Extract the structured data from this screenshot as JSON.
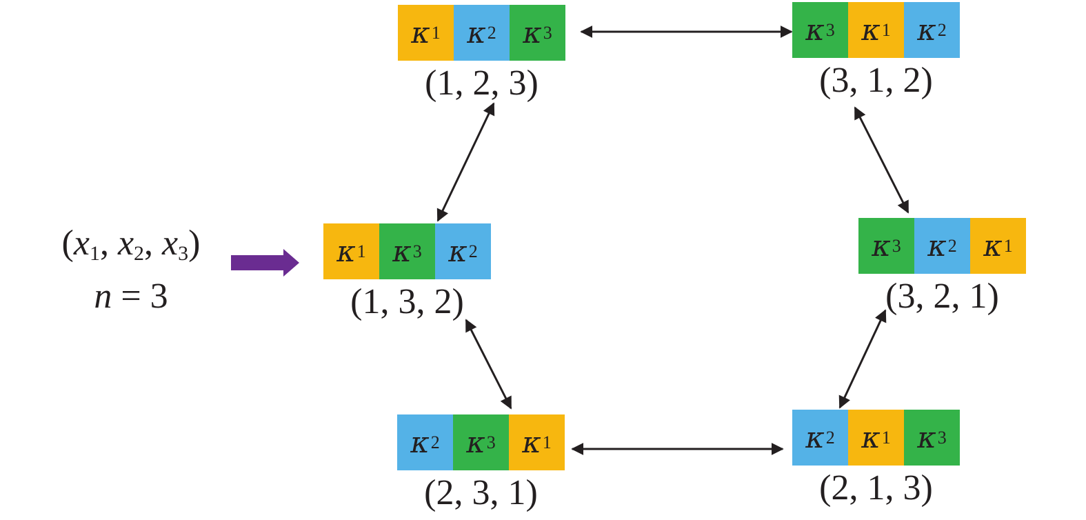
{
  "colors": {
    "kappa_1": "#f7b70f",
    "kappa_2": "#54b2e7",
    "kappa_3": "#34b349",
    "input_arrow": "#6a2c91",
    "edge": "#231f20"
  },
  "input": {
    "vector_text": "(x1, x2, x3)",
    "n_text": "n = 3",
    "vars": [
      "x",
      "x",
      "x"
    ],
    "subs": [
      "1",
      "2",
      "3"
    ],
    "n_var": "n",
    "n_rest": " = 3"
  },
  "symbols": {
    "kappa": "κ"
  },
  "permutations": [
    {
      "id": "p123",
      "order": [
        "1",
        "2",
        "3"
      ],
      "label": "(1, 2, 3)"
    },
    {
      "id": "p312",
      "order": [
        "3",
        "1",
        "2"
      ],
      "label": "(3, 1, 2)"
    },
    {
      "id": "p132",
      "order": [
        "1",
        "3",
        "2"
      ],
      "label": "(1, 3, 2)"
    },
    {
      "id": "p321",
      "order": [
        "3",
        "2",
        "1"
      ],
      "label": "(3, 2, 1)"
    },
    {
      "id": "p231",
      "order": [
        "2",
        "3",
        "1"
      ],
      "label": "(2, 3, 1)"
    },
    {
      "id": "p213",
      "order": [
        "2",
        "1",
        "3"
      ],
      "label": "(2, 1, 3)"
    }
  ],
  "edges": [
    [
      "p123",
      "p312"
    ],
    [
      "p123",
      "p132"
    ],
    [
      "p312",
      "p321"
    ],
    [
      "p132",
      "p231"
    ],
    [
      "p321",
      "p213"
    ],
    [
      "p231",
      "p213"
    ]
  ]
}
